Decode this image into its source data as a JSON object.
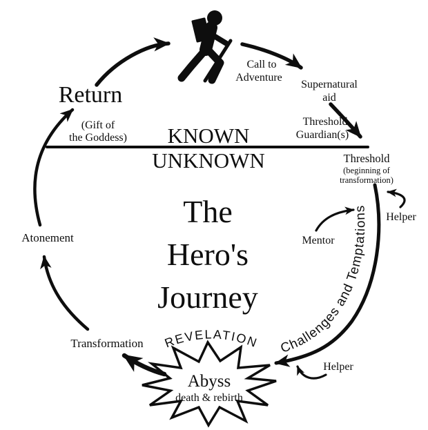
{
  "colors": {
    "ink": "#0e0e0e",
    "background": "#ffffff"
  },
  "title": {
    "line1": "The",
    "line2": "Hero's",
    "line3": "Journey"
  },
  "hemispheres": {
    "upper": "KNOWN",
    "lower": "UNKNOWN"
  },
  "stages": {
    "call_to_adventure": {
      "line1": "Call to",
      "line2": "Adventure"
    },
    "supernatural_aid": {
      "line1": "Supernatural",
      "line2": "aid"
    },
    "threshold_guardians": {
      "line1": "Threshold",
      "line2": "Guardian(s)"
    },
    "threshold": {
      "line1": "Threshold",
      "line2": "(beginning of",
      "line3": "transformation)"
    },
    "helper_upper": "Helper",
    "mentor": "Mentor",
    "challenges": "Challenges and Temptations",
    "helper_lower": "Helper",
    "revelation": "REVELATION",
    "abyss": {
      "line1": "Abyss",
      "line2": "death & rebirth"
    },
    "transformation": "Transformation",
    "atonement": "Atonement",
    "return_stage": "Return",
    "gift": {
      "line1": "(Gift of",
      "line2": "the Goddess)"
    }
  }
}
